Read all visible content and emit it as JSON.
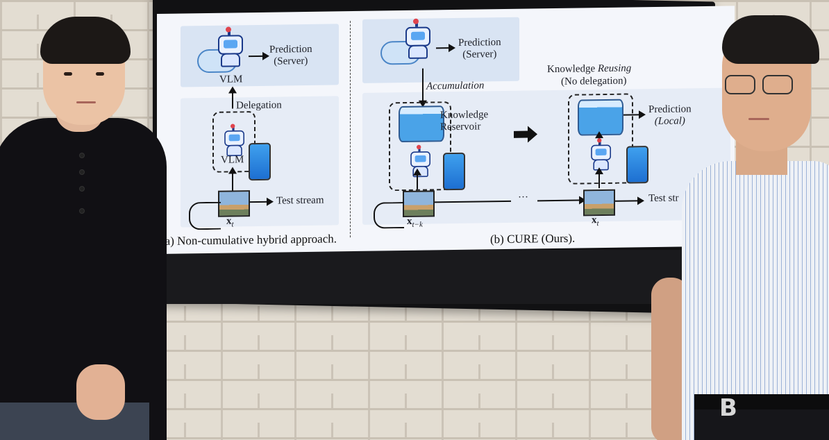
{
  "figure": {
    "panel_a": {
      "top_prediction": [
        "Prediction",
        "(Server)"
      ],
      "vlm_top": "VLM",
      "delegation": "Delegation",
      "vlm_local": "VLM",
      "test_stream": "Test stream",
      "xt": "x",
      "xt_sub": "t",
      "caption": "(a) Non-cumulative hybrid approach."
    },
    "panel_b": {
      "top_prediction": [
        "Prediction",
        "(Server)"
      ],
      "accumulation": "Accumulation",
      "knowledge_reservoir": [
        "Knowledge",
        "Reservoir"
      ],
      "knowledge_reusing": "Knowledge",
      "knowledge_reusing_it": "Reusing",
      "no_delegation": "(No delegation)",
      "local_prediction": "Prediction",
      "local_prediction_it": "(Local)",
      "ellipsis": "···",
      "test_stream": "Test str",
      "xtk": "x",
      "xtk_sub": "t−k",
      "xt": "x",
      "xt_sub": "t",
      "caption": "(b) CURE (Ours)."
    }
  },
  "colors": {
    "screen": "#f4f6fb",
    "panel": "#e6ecf6",
    "wall": "#e3ddd2",
    "accent": "#4aa3e8"
  }
}
